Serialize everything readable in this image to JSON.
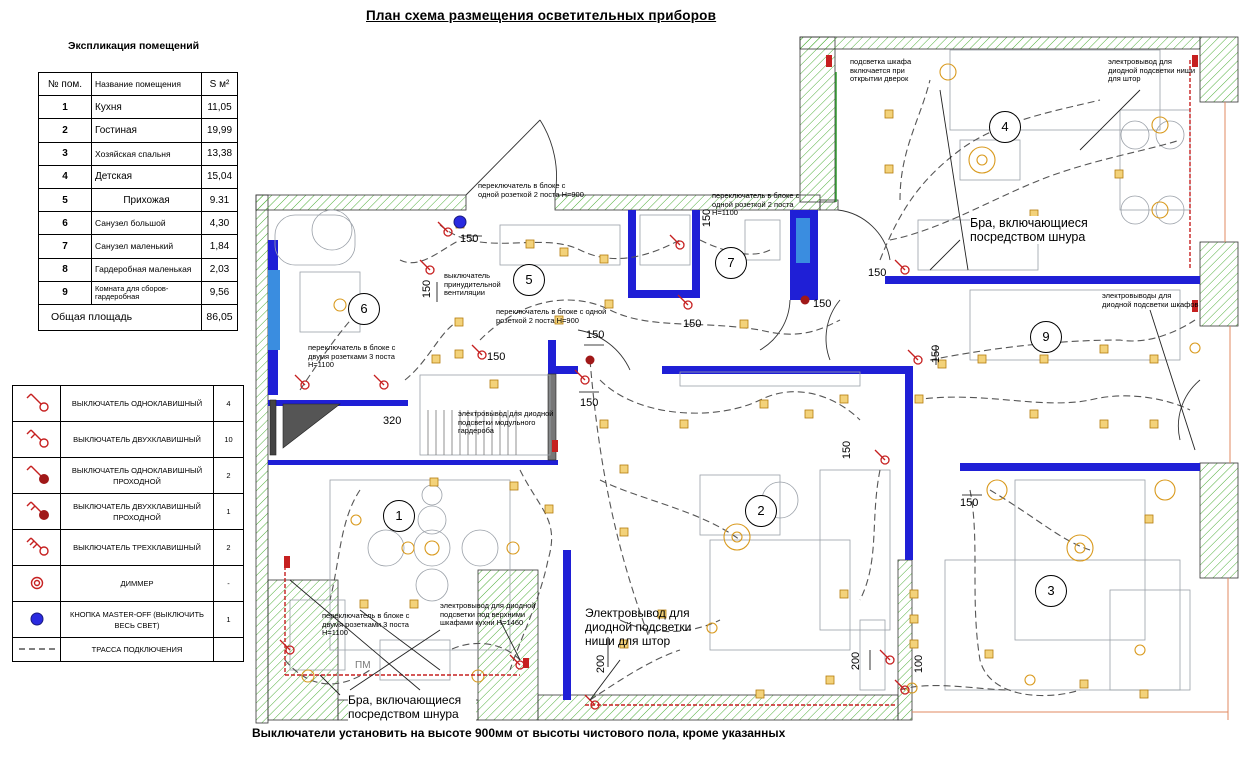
{
  "title": "План схема размещения осветительных приборов",
  "footer": "Выключатели установить на высоте 900мм от высоты чистового пола, кроме указанных",
  "explication": {
    "title": "Экспликация помещений",
    "headers": {
      "num": "№ пом.",
      "name": "Название помещения",
      "area": "S м²"
    },
    "rows": [
      {
        "num": "1",
        "name": "Кухня",
        "area": "11,05"
      },
      {
        "num": "2",
        "name": "Гостиная",
        "area": "19,99"
      },
      {
        "num": "3",
        "name": "Хозяйская спальня",
        "area": "13,38"
      },
      {
        "num": "4",
        "name": "Детская",
        "area": "15,04"
      },
      {
        "num": "5",
        "name": "Прихожая",
        "area": "9.31"
      },
      {
        "num": "6",
        "name": "Санузел большой",
        "area": "4,30"
      },
      {
        "num": "7",
        "name": "Санузел маленький",
        "area": "1,84"
      },
      {
        "num": "8",
        "name": "Гардеробная маленькая",
        "area": "2,03"
      },
      {
        "num": "9",
        "name": "Комната для сборов-гардеробная",
        "area": "9,56"
      }
    ],
    "total_label": "Общая площадь",
    "total_area": "86,05"
  },
  "legend": [
    {
      "icon": "switch-single-icon",
      "label": "ВЫКЛЮЧАТЕЛЬ ОДНОКЛАВИШНЫЙ",
      "count": "4"
    },
    {
      "icon": "switch-double-icon",
      "label": "ВЫКЛЮЧАТЕЛЬ ДВУХКЛАВИШНЫЙ",
      "count": "10"
    },
    {
      "icon": "switch-single-passthrough-icon",
      "label": "ВЫКЛЮЧАТЕЛЬ ОДНОКЛАВИШНЫЙ ПРОХОДНОЙ",
      "count": "2"
    },
    {
      "icon": "switch-double-passthrough-icon",
      "label": "ВЫКЛЮЧАТЕЛЬ ДВУХКЛАВИШНЫЙ ПРОХОДНОЙ",
      "count": "1"
    },
    {
      "icon": "switch-triple-icon",
      "label": "ВЫКЛЮЧАТЕЛЬ ТРЕХКЛАВИШНЫЙ",
      "count": "2"
    },
    {
      "icon": "dimmer-icon",
      "label": "ДИММЕР",
      "count": "-"
    },
    {
      "icon": "master-off-button-icon",
      "label": "КНОПКА MASTER-OFF (ВЫКЛЮЧИТЬ ВЕСЬ СВЕТ)",
      "count": "1"
    },
    {
      "icon": "connection-route-icon",
      "label": "ТРАССА ПОДКЛЮЧЕНИЯ",
      "count": ""
    }
  ],
  "plan": {
    "room_numbers": [
      "1",
      "2",
      "3",
      "4",
      "5",
      "6",
      "7",
      "9"
    ],
    "notes": {
      "closet_light": "подсветка шкафа включается при открытии дверок",
      "diode_outlet_curtain_niche_4": "электровывод для диодной подсветки ниши для штор",
      "sconce_cord_4": "Бра, включающиеся посредством шнура",
      "switch_one_socket_2post": "переключатель в блоке с одной розеткой 2 поста H=900",
      "switch_one_socket_2post_h1100": "переключатель в блоке с одной розеткой 2 поста H=1100",
      "forced_ventilation": "выключатель принудительной вентиляции",
      "switch_one_socket_2post_hall": "переключатель в блоке с одной розеткой 2 поста H=900",
      "switch_two_sockets_3post_bath": "переключатель в блоке с двумя розетками 3 поста H=1100",
      "diode_outlet_wardrobe": "электровывод для диодной подсветки модульного гардероба",
      "diode_outlets_closet_9": "электровыводы для диодной подсветки шкафов",
      "switch_two_sockets_3post_kitchen": "переключатель в блоке с двумя розетками 3 поста H=1100",
      "diode_outlet_kitchen": "электровывод для диодной подсветки под верхними шкафами кухни H=1460",
      "diode_outlet_curtain_niche_2": "Электровывод для диодной подсветки ниши для штор",
      "sconce_cord_1": "Бра, включающиеся посредством шнура",
      "pm_label": "ПМ"
    },
    "dimensions": {
      "d150_a": "150",
      "d150_b": "150",
      "d150_c": "150",
      "d150_d": "150",
      "d150_e": "150",
      "d150_f": "150",
      "d150_g": "150",
      "d150_h": "150",
      "d150_i": "150",
      "d150_j": "150",
      "d150_k": "150",
      "d150_l": "150",
      "d320": "320",
      "d200_a": "200",
      "d200_b": "200",
      "d100": "100"
    }
  },
  "colors": {
    "wall": "#1f1fd6",
    "hatch": "#4fae3a",
    "fixture": "#d99a1e",
    "switch": "#c62020",
    "route": "#555555"
  }
}
